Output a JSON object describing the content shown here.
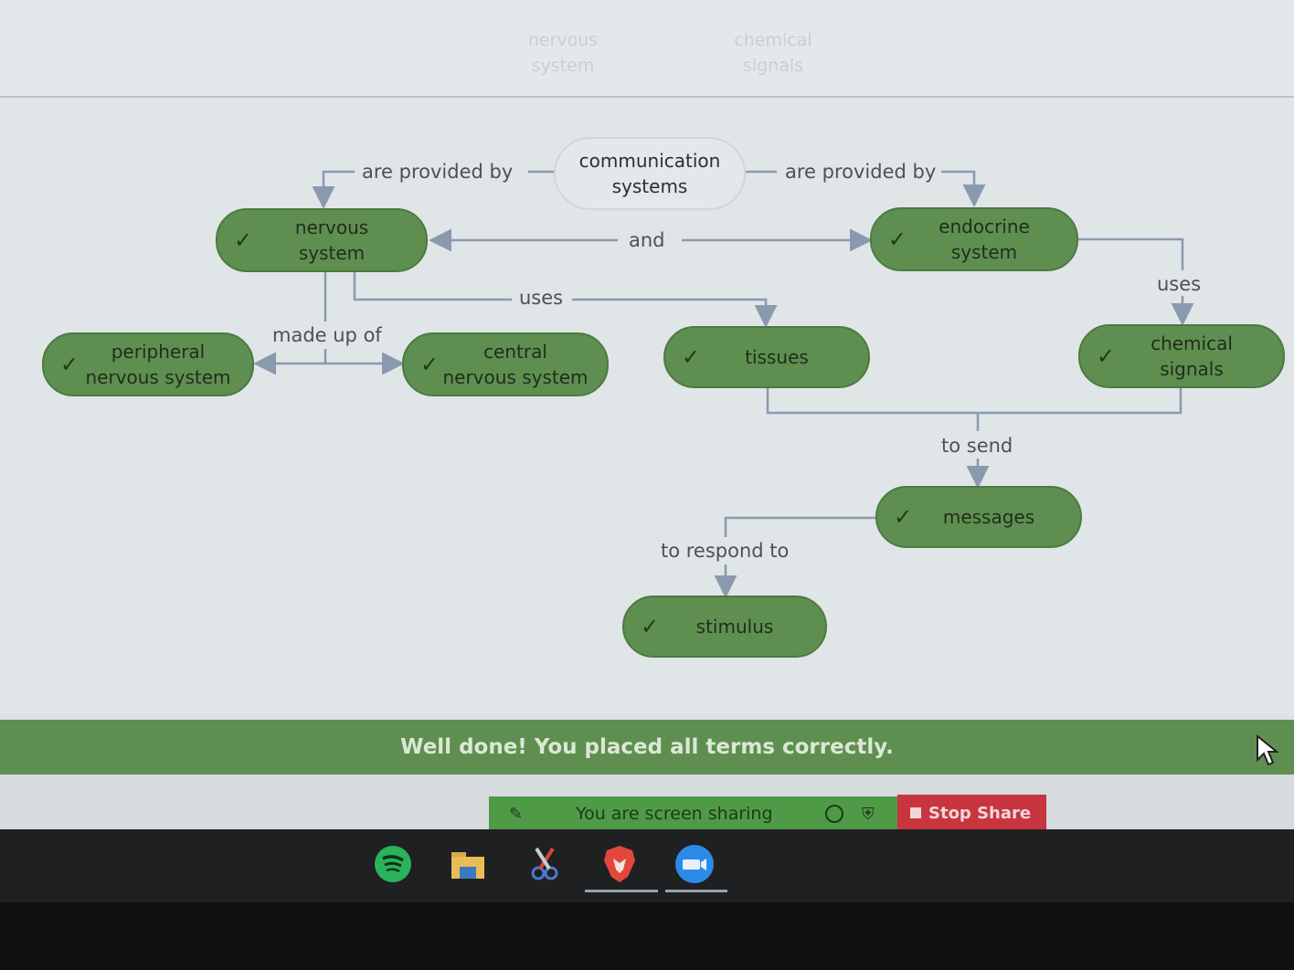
{
  "word_bank": {
    "terms": [
      "nervous\nsystem",
      "chemical\nsignals"
    ]
  },
  "concept_map": {
    "root": "communication\nsystems",
    "nodes": {
      "nervous_system": "nervous\nsystem",
      "endocrine_system": "endocrine\nsystem",
      "peripheral": "peripheral\nnervous system",
      "central": "central\nnervous system",
      "tissues": "tissues",
      "chemical_signals": "chemical\nsignals",
      "messages": "messages",
      "stimulus": "stimulus"
    },
    "check_mark": "✓",
    "edges": {
      "provided_left": "are provided by",
      "provided_right": "are provided by",
      "and": "and",
      "uses_tissues": "uses",
      "uses_chemical": "uses",
      "made_up_of": "made up of",
      "to_send": "to send",
      "to_respond_to": "to respond to"
    }
  },
  "feedback": {
    "message": "Well done! You placed all terms correctly."
  },
  "screen_share": {
    "status": "You are screen sharing",
    "stop_label": "Stop Share"
  },
  "taskbar": {
    "apps": [
      "spotify-icon",
      "file-explorer-icon",
      "snipping-tool-icon",
      "brave-browser-icon",
      "zoom-icon"
    ]
  },
  "colors": {
    "node_fill": "#5e8f50",
    "feedback_bar": "#5e8f50",
    "share_bar": "#4f9a47",
    "stop_share": "#c8353f",
    "connector": "#8a9aae"
  }
}
